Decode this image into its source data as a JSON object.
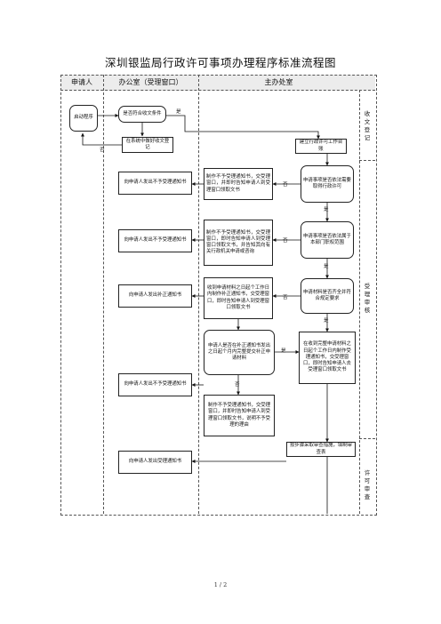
{
  "title": "深圳银监局行政许可事项办理程序标准流程图",
  "lanes": {
    "applicant": "申请人",
    "office": "办公室（受理窗口）",
    "division": "主办处室"
  },
  "stages": {
    "receive": "收文登记",
    "review": "受理审核",
    "approve": "许可审查"
  },
  "nodes": {
    "start": "启动程序",
    "check_conditions": "是否符合收文条件",
    "register": "在系统中做好收文登记",
    "create_case": "建立行政许可工作台账",
    "q_need_license": "申请事项是否依法需要取得行政许可",
    "notice_reject_1": "制作不予受理通知书，交受理窗口，并即时告知申请人到受理窗口领取文书",
    "applicant_reject_1": "向申请人发出不予受理通知书",
    "q_in_scope": "申请事项是否依法属于本部门职权范围",
    "notice_reject_2": "制作不予受理通知书，交受理窗口，即时告知申请人到受理窗口领取文书，并告知其向有关行政机关申请或咨询",
    "applicant_reject_2": "向申请人发出不予受理通知书",
    "q_materials_ok": "申请材料是否齐全并符合规定要求",
    "notice_supplement": "收到申请材料之日起个工作日内制作补正通知书，交受理窗口，即时告知申请人到受理窗口领取文书",
    "applicant_supplement": "向申请人发出补正通知书",
    "q_supplemented": "申请人是否在补正通知书发出之日起个月内完整提交补正申请材料",
    "notice_accept": "在收到完整申请材料之日起个工作日内制作受理通知书，交受理窗口，即时告知申请人去受理窗口领取文书",
    "notice_reject_3": "制作不予受理通知书，交受理窗口，并即时告知申请人到受理窗口领取文书，说明不予受理的理由",
    "applicant_reject_3": "向申请人发出不予受理通知书",
    "review_steps": "按步骤采取审查措施，填制审查表",
    "applicant_accept": "向申请人发出受理通知书"
  },
  "edge_labels": {
    "yes": "是",
    "no": "否"
  },
  "footer": "1 / 2"
}
